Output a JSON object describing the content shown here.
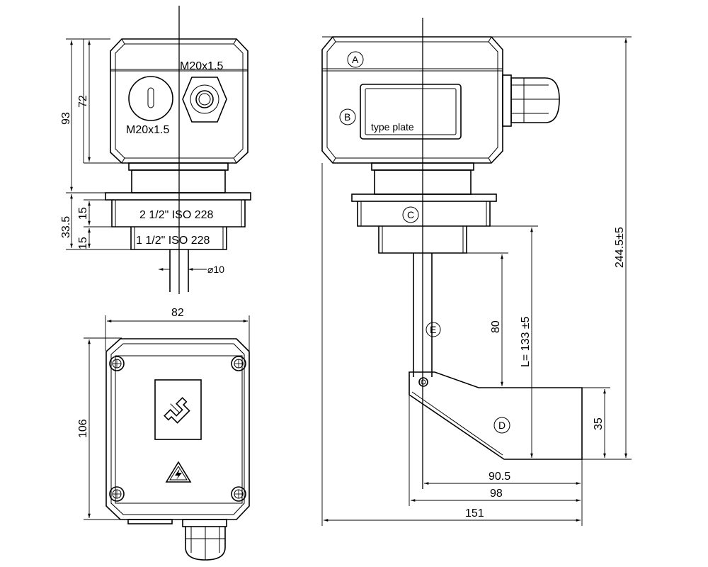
{
  "threads": {
    "upper_right": "M20x1.5",
    "lower_left": "M20x1.5"
  },
  "dimensions": {
    "total_height": "93",
    "housing_height": "72",
    "flange_total": "33.5",
    "flange_upper": "15",
    "flange_lower": "15",
    "flange_upper_label": "2 1/2\" ISO 228",
    "flange_lower_label": "1 1/2\" ISO 228",
    "shaft_diameter": "⌀10",
    "width_top": "82",
    "height_front": "106",
    "overall_height": "244.5±5",
    "length_L": "L= 133 ±5",
    "shaft_80": "80",
    "paddle_35": "35",
    "width_90_5": "90.5",
    "width_98": "98",
    "width_151": "151"
  },
  "parts": {
    "A": "A",
    "B": "B",
    "C": "C",
    "D": "D",
    "E": "E"
  },
  "type_plate": "type plate"
}
